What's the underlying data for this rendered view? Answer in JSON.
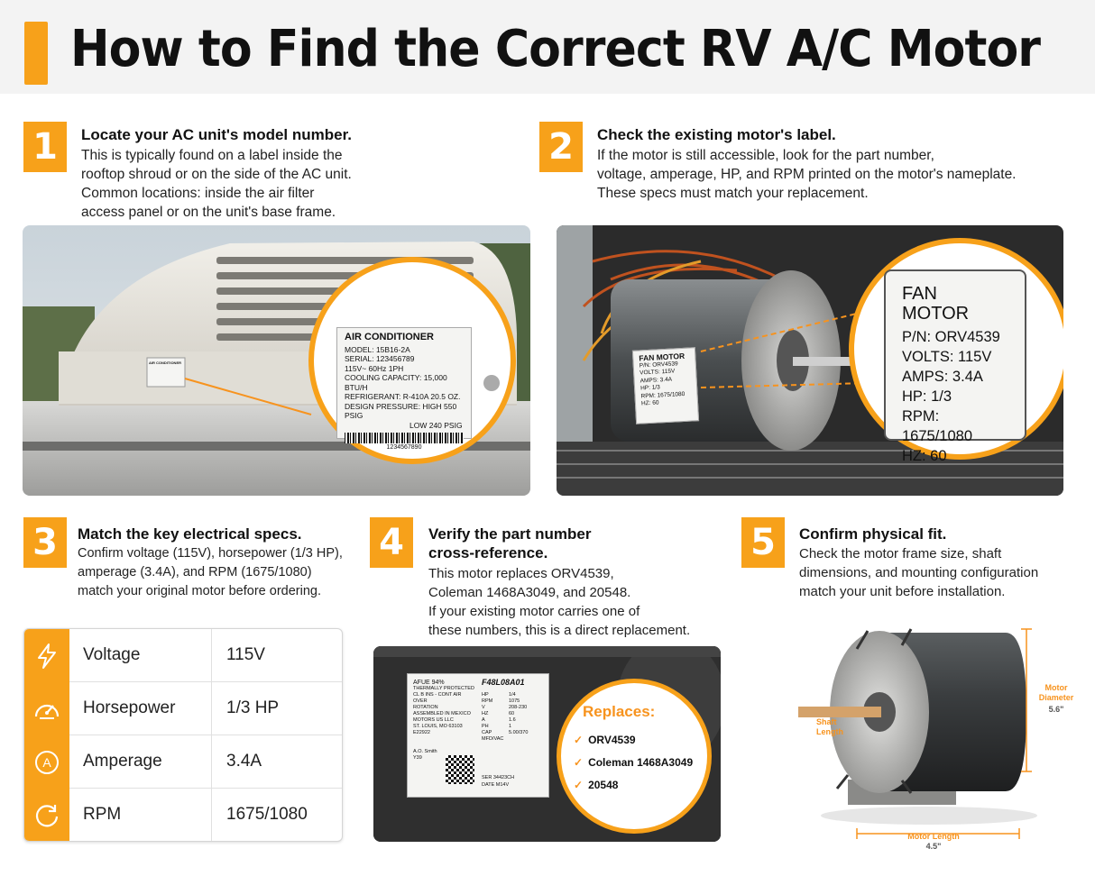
{
  "title": "How to Find the Correct RV A/C Motor",
  "steps": [
    {
      "num": "1",
      "heading": "Locate your AC unit's model number.",
      "body": [
        "This is typically found on a label inside the",
        "rooftop shroud or on the side of the AC unit.",
        "Common locations: inside the air filter",
        "access panel or on the unit's base frame."
      ]
    },
    {
      "num": "2",
      "heading": "Check the existing motor's label.",
      "body": [
        "If the motor is still accessible, look for the part number,",
        "voltage, amperage, HP, and RPM printed on the motor's nameplate.",
        "These specs must match your replacement."
      ]
    },
    {
      "num": "3",
      "heading": "Match the key electrical specs.",
      "body": [
        "Confirm voltage (115V), horsepower (1/3 HP),",
        "amperage (3.4A), and RPM (1675/1080)",
        "match your original motor before ordering."
      ]
    },
    {
      "num": "4",
      "heading": [
        "Verify the part number",
        "cross-reference."
      ],
      "body": [
        "This motor replaces ORV4539,",
        "Coleman 1468A3049, and 20548.",
        "If your existing motor carries one of",
        "these numbers, this is a direct replacement."
      ]
    },
    {
      "num": "5",
      "heading": "Confirm physical fit.",
      "body": [
        "Check the motor frame size, shaft",
        "dimensions, and mounting configuration",
        "match your unit before installation."
      ]
    }
  ],
  "ac_label": {
    "title": "AIR CONDITIONER",
    "lines": [
      "MODEL:  15B16-2A",
      "SERIAL:  123456789",
      "115V~   60Hz 1PH",
      "COOLING CAPACITY: 15,000 BTU/H",
      "REFRIGERANT:  R-410A   20.5 OZ.",
      "DESIGN PRESSURE:  HIGH 550 PSIG",
      "LOW 240 PSIG"
    ],
    "barcode_number": "1234567890",
    "small_tag": "AIR CONDITIONER"
  },
  "motor_label_zoom": {
    "title": "FAN MOTOR",
    "lines": [
      "P/N: ORV4539",
      "VOLTS: 115V",
      "AMPS: 3.4A",
      "HP: 1/3",
      "RPM: 1675/1080",
      "HZ: 60"
    ]
  },
  "motor_label_small": {
    "title": "FAN MOTOR",
    "lines": [
      "P/N: ORV4539",
      "VOLTS: 115V",
      "AMPS: 3.4A",
      "HP: 1/3",
      "RPM: 1675/1080",
      "HZ: 60"
    ]
  },
  "specs": [
    {
      "icon": "lightning-icon",
      "name": "Voltage",
      "value": "115V"
    },
    {
      "icon": "gauge-icon",
      "name": "Horsepower",
      "value": "1/3 HP"
    },
    {
      "icon": "amperage-icon",
      "name": "Amperage",
      "value": "3.4A"
    },
    {
      "icon": "rotation-icon",
      "name": "RPM",
      "value": "1675/1080"
    }
  ],
  "nameplate": {
    "left_lines": [
      "AFUE 94%",
      "THERMALLY PROTECTED",
      "CL B INS - CONT AIR OVER",
      "ROTATION",
      "ASSEMBLED IN MEXICO",
      "MOTORS US LLC",
      "ST. LOUIS, MO 63103",
      "E22922",
      "A.O. Smith",
      "Y39"
    ],
    "model": "F48L08A01",
    "spec_keys": [
      "HP",
      "RPM",
      "V",
      "HZ",
      "A",
      "PH",
      "CAP",
      "MFD/VAC"
    ],
    "spec_vals": [
      "1/4",
      "1075",
      "208-230",
      "60",
      "1.6",
      "1",
      "5.00/370",
      ""
    ],
    "serial": "SER  34423CH",
    "date": "DATE  M14V"
  },
  "replaces": {
    "title": "Replaces:",
    "items": [
      "ORV4539",
      "Coleman 1468A3049",
      "20548"
    ]
  },
  "dimensions": {
    "shaft": "Shaft Length",
    "diameter_label": "Motor Diameter",
    "diameter_value": "5.6\"",
    "length_label": "Motor Length",
    "length_value": "4.5\""
  },
  "colors": {
    "accent": "#f7a11a",
    "accent_text": "#f7931e",
    "title_bg": "#f3f3f3"
  }
}
